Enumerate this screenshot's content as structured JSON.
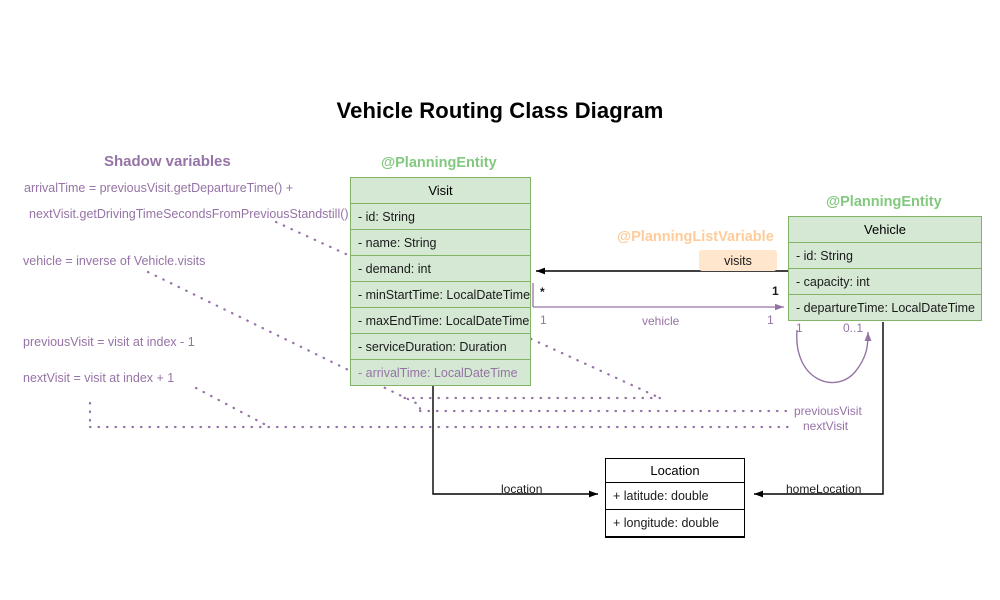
{
  "page": {
    "title": "Vehicle Routing Class Diagram"
  },
  "sections": {
    "shadow_variables_heading": "Shadow variables"
  },
  "stereotypes": {
    "visit_entity": "@PlanningEntity",
    "vehicle_entity": "@PlanningEntity",
    "visits_list_variable": "@PlanningListVariable"
  },
  "classes": {
    "visit": {
      "name": "Visit",
      "attributes": [
        "- id: String",
        "- name: String",
        "- demand: int",
        "- minStartTime: LocalDateTime",
        "- maxEndTime: LocalDateTime",
        "- serviceDuration: Duration"
      ],
      "shadow_attributes": [
        "- arrivalTime: LocalDateTime"
      ]
    },
    "vehicle": {
      "name": "Vehicle",
      "attributes": [
        "- id: String",
        "- capacity: int",
        "- departureTime: LocalDateTime"
      ]
    },
    "location": {
      "name": "Location",
      "attributes": [
        "+ latitude: double",
        "+ longitude: double"
      ]
    }
  },
  "notes": [
    "arrivalTime = previousVisit.getDepartureTime() +",
    "nextVisit.getDrivingTimeSecondsFromPreviousStandstill()",
    "vehicle = inverse of Vehicle.visits",
    "previousVisit = visit at index - 1",
    "nextVisit = visit at index + 1"
  ],
  "edges": {
    "visits": {
      "badge": "visits",
      "source_multiplicity": "1",
      "target_multiplicity": "*"
    },
    "vehicle": {
      "label": "vehicle",
      "source_multiplicity": "1",
      "target_multiplicity": "1"
    },
    "self_loop": {
      "source_multiplicity": "1",
      "target_multiplicity": "0..1"
    },
    "previous_visit": {
      "label": "previousVisit"
    },
    "next_visit": {
      "label": "nextVisit"
    },
    "location": {
      "label": "location"
    },
    "home_location": {
      "label": "homeLocation"
    }
  },
  "colors": {
    "entity_fill": "#d5e8d4",
    "entity_stroke": "#82b366",
    "entity_caption": "#82c97f",
    "shadow_purple": "#9673a6",
    "list_variable": "#ffcc99",
    "badge_fill": "#ffe6cc",
    "plain_stroke": "#000000"
  }
}
